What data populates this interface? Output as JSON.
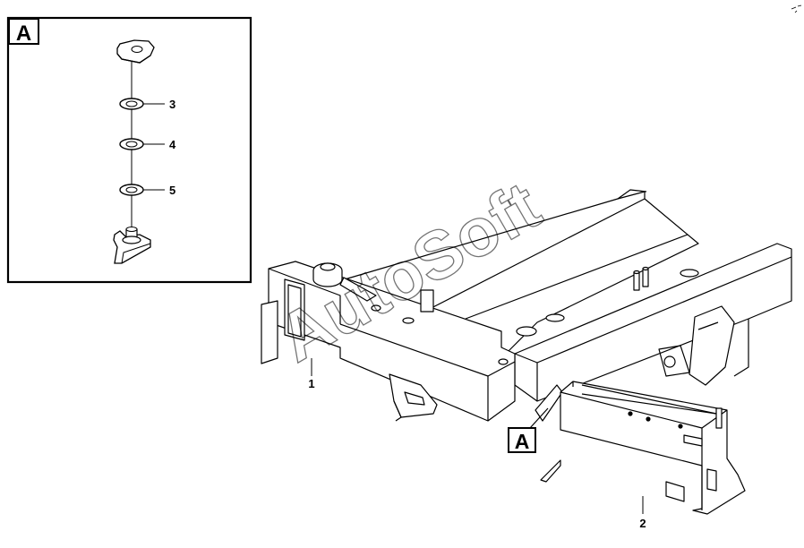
{
  "detail_view": {
    "label": "A"
  },
  "callouts": {
    "washer_top": "3",
    "washer_mid": "4",
    "washer_bottom": "5"
  },
  "main_view": {
    "frame_label": "1",
    "battery_box_label": "2",
    "detail_ref_label": "A"
  },
  "watermark": {
    "text": "AutoSoft"
  }
}
